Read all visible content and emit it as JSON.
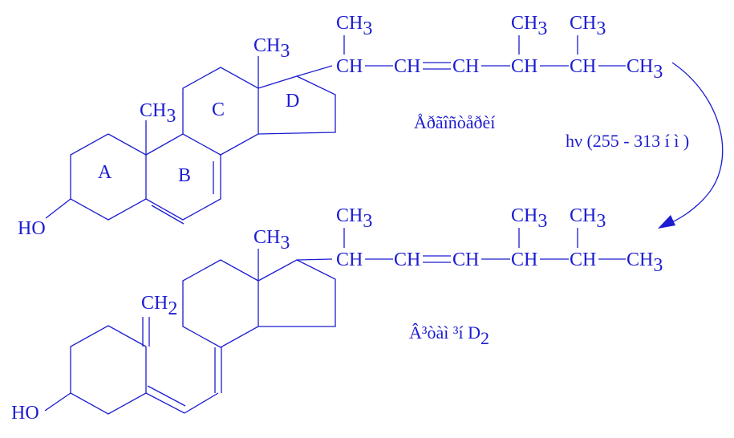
{
  "colors": {
    "ink": "#1c1cd0",
    "background": "#ffffff"
  },
  "top_molecule": {
    "ring_labels": [
      "A",
      "B",
      "C",
      "D"
    ],
    "hydroxyl": "HO",
    "methyl_a": {
      "main": "CH",
      "sub": "3"
    },
    "methyl_c": {
      "main": "CH",
      "sub": "3"
    },
    "side_chain": {
      "branch_1": {
        "main": "CH",
        "sub": "3"
      },
      "branch_2": {
        "main": "CH",
        "sub": "3"
      },
      "branch_3": {
        "main": "CH",
        "sub": "3"
      },
      "group_1": "CH",
      "group_2": "CH",
      "group_3": "CH",
      "group_4": "CH",
      "group_5": "CH",
      "terminal": {
        "main": "CH",
        "sub": "3"
      }
    },
    "name": "Åðãîñòåðèí"
  },
  "reaction": {
    "condition": "hν (255 - 313 í ì )"
  },
  "bottom_molecule": {
    "hydroxyl": "HO",
    "methylene": {
      "main": "CH",
      "sub": "2"
    },
    "methyl_c": {
      "main": "CH",
      "sub": "3"
    },
    "side_chain": {
      "branch_1": {
        "main": "CH",
        "sub": "3"
      },
      "branch_2": {
        "main": "CH",
        "sub": "3"
      },
      "branch_3": {
        "main": "CH",
        "sub": "3"
      },
      "group_1": "CH",
      "group_2": "CH",
      "group_3": "CH",
      "group_4": "CH",
      "group_5": "CH",
      "terminal": {
        "main": "CH",
        "sub": "3"
      }
    },
    "name": {
      "main": "Â³òàì ³í  D",
      "sub": "2"
    }
  }
}
